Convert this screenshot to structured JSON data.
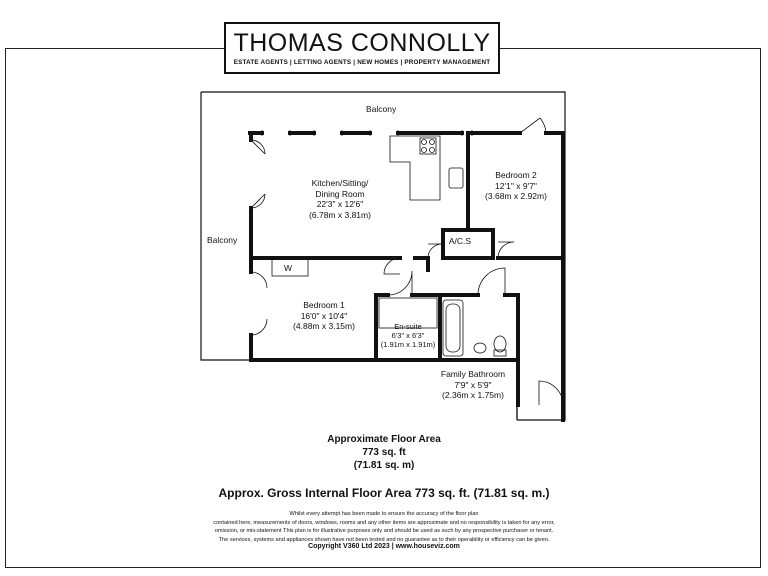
{
  "brand": {
    "name": "THOMAS CONNOLLY",
    "tagline": "ESTATE AGENTS | LETTING AGENTS | NEW HOMES | PROPERTY MANAGEMENT"
  },
  "rooms": {
    "balcony_top": "Balcony",
    "balcony_left": "Balcony",
    "kitchen": {
      "name_1": "Kitchen/Sitting/",
      "name_2": "Dining Room",
      "imperial": "22'3\" x 12'6\"",
      "metric": "(6.78m x 3.81m)"
    },
    "bedroom2": {
      "name": "Bedroom 2",
      "imperial": "12'1\" x 9'7\"",
      "metric": "(3.68m x 2.92m)"
    },
    "bedroom1": {
      "name": "Bedroom 1",
      "imperial": "16'0\" x 10'4\"",
      "metric": "(4.88m x 3.15m)"
    },
    "ensuite": {
      "name": "En-suite",
      "imperial": "6'3\" x 6'3\"",
      "metric": "(1.91m x 1.91m)"
    },
    "bathroom": {
      "name": "Family Bathroom",
      "imperial": "7'9\" x 5'9\"",
      "metric": "(2.36m x 1.75m)"
    },
    "acs": "A/C.S",
    "wardrobe": "W"
  },
  "area": {
    "title": "Approximate Floor Area",
    "sqft": "773 sq. ft",
    "sqm": "(71.81 sq. m)"
  },
  "gross_area": "Approx. Gross Internal Floor Area 773 sq. ft. (71.81 sq. m.)",
  "disclaimer": [
    "Whilst every attempt has been made to ensure the accuracy of the floor plan",
    "contained here, measurements of doors, windows, rooms and any other items are approximate and no responsibility is taken for any error,",
    "omission, or mis-statement This plan is for illustrative purposes only and should be used as such by any prospective purchaser or tenant.",
    "The services, systems and appliances shown have not been tested and no guarantee as to their operability or efficiency can be given."
  ],
  "copyright": "Copyright V360 Ltd 2023 | www.houseviz.com"
}
